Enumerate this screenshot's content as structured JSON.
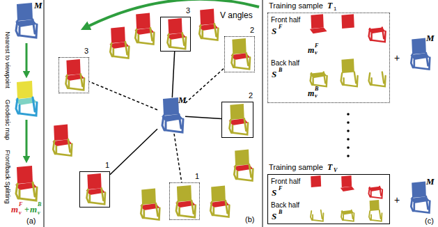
{
  "diagram": {
    "nodes": [
      {
        "text": [
          "M"
        ]
      },
      {
        "text": [
          "3"
        ]
      },
      {
        "text": [
          "2"
        ]
      },
      {
        "text": [
          "2"
        ]
      },
      {
        "text": [
          "1"
        ]
      },
      {
        "text": [
          "1"
        ]
      },
      {
        "text": [
          "3"
        ]
      },
      {
        "text": [
          "Training sample"
        ]
      },
      {
        "text": [
          "Training sample"
        ]
      }
    ],
    "edges": [
      {
        "from": 0,
        "to": 1,
        "arrow": "none"
      },
      {
        "from": 0,
        "to": 2,
        "arrow": "none"
      },
      {
        "from": 0,
        "to": 3,
        "arrow": "none"
      },
      {
        "from": 0,
        "to": 4,
        "arrow": "none"
      },
      {
        "from": 0,
        "to": 5,
        "arrow": "none"
      },
      {
        "from": 0,
        "to": 6,
        "arrow": "none"
      }
    ],
    "labels": [
      "M",
      "Nearest to viewpoint",
      "Geodesic map",
      "Front/back Splitting",
      "m",
      "F",
      "v",
      "+",
      "m",
      "B",
      "v",
      "(a)",
      "V angles",
      "(b)",
      "T",
      "1",
      "Front half",
      "S",
      "F",
      "m",
      "F",
      "v",
      "Back half",
      "S",
      "B",
      "m",
      "B",
      "v",
      "+",
      "M",
      "T",
      "V",
      "Front half",
      "S",
      "F",
      "Back half",
      "S",
      "B",
      "+",
      "M",
      "(c)"
    ]
  }
}
